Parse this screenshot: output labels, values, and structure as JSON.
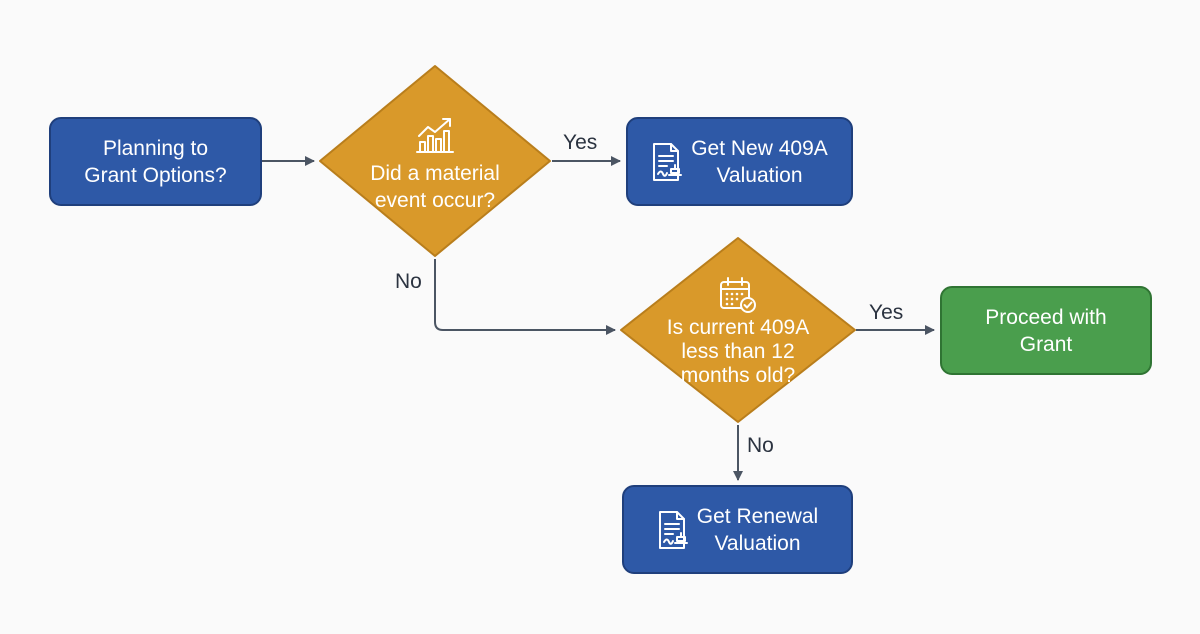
{
  "colors": {
    "blue": "#2e59a7",
    "blue_border": "#1f3f7c",
    "amber": "#d9992a",
    "amber_border": "#b97e1c",
    "green": "#4a9e4d",
    "green_border": "#2f7433",
    "arrow": "#4b5563",
    "background": "#fafafa"
  },
  "nodes": {
    "start": {
      "label": "Planning to\nGrant Options?"
    },
    "decision_material": {
      "label": "Did a material\nevent occur?",
      "icon": "growth-chart-icon"
    },
    "new_valuation": {
      "label": "Get New 409A\nValuation",
      "icon": "document-stamp-icon"
    },
    "decision_age": {
      "label": "Is current 409A\nless than 12\nmonths old?",
      "icon": "calendar-check-icon"
    },
    "proceed": {
      "label": "Proceed with\nGrant"
    },
    "renewal": {
      "label": "Get Renewal\nValuation",
      "icon": "document-stamp-icon"
    }
  },
  "edges": {
    "material_yes": "Yes",
    "material_no": "No",
    "age_yes": "Yes",
    "age_no": "No"
  }
}
